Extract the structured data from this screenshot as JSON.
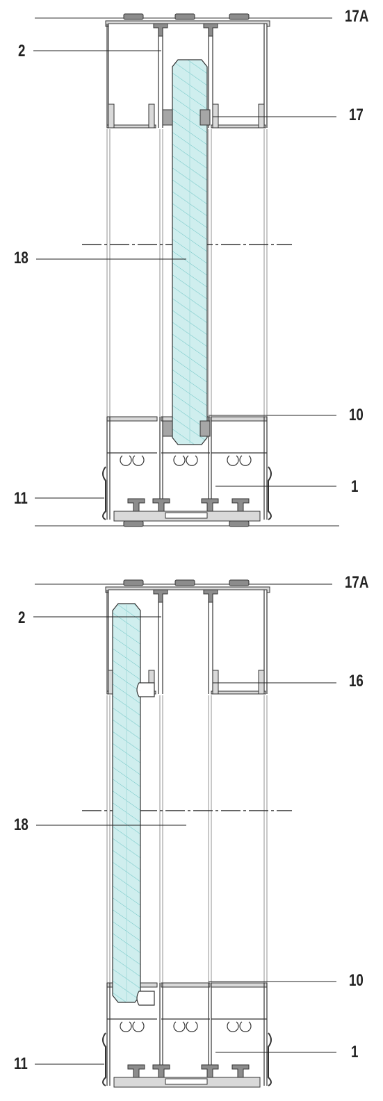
{
  "colors": {
    "outline": "#333333",
    "profile_fill": "#d9d9d9",
    "profile_dark": "#8c8c8c",
    "glass_fill": "#cfeeee",
    "glass_hatch": "#6cc4c4",
    "gasket": "#a6a6a6",
    "leader": "#222222",
    "label": "#222222"
  },
  "section_top": {
    "labels": {
      "l17a": "17A",
      "l2": "2",
      "l17": "17",
      "l18": "18",
      "l10": "10",
      "l1": "1",
      "l11": "11"
    },
    "glass_position": "center",
    "glass_icon": "laminated-glass-icon"
  },
  "section_bottom": {
    "labels": {
      "l17a": "17A",
      "l2": "2",
      "l16": "16",
      "l18": "18",
      "l10": "10",
      "l1": "1",
      "l11": "11"
    },
    "glass_position": "left",
    "glass_icon": "laminated-glass-icon"
  }
}
